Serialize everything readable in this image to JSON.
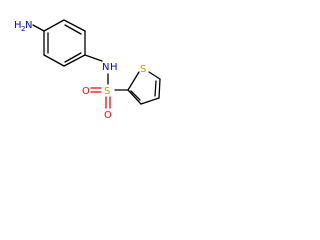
{
  "molecule": {
    "atoms": {
      "amine_n": "N",
      "amine_h": "H",
      "amine_h_count": "2",
      "amide_n": "N",
      "amide_h": "H",
      "sulfonyl_s": "S",
      "oxygen_left": "O",
      "oxygen_right": "O",
      "thiophene_s": "S"
    },
    "colors": {
      "carbon": "#000000",
      "nitrogen": "#0000ff",
      "oxygen": "#ff0000",
      "sulfur": "#b8a000",
      "background": "#ffffff"
    }
  }
}
